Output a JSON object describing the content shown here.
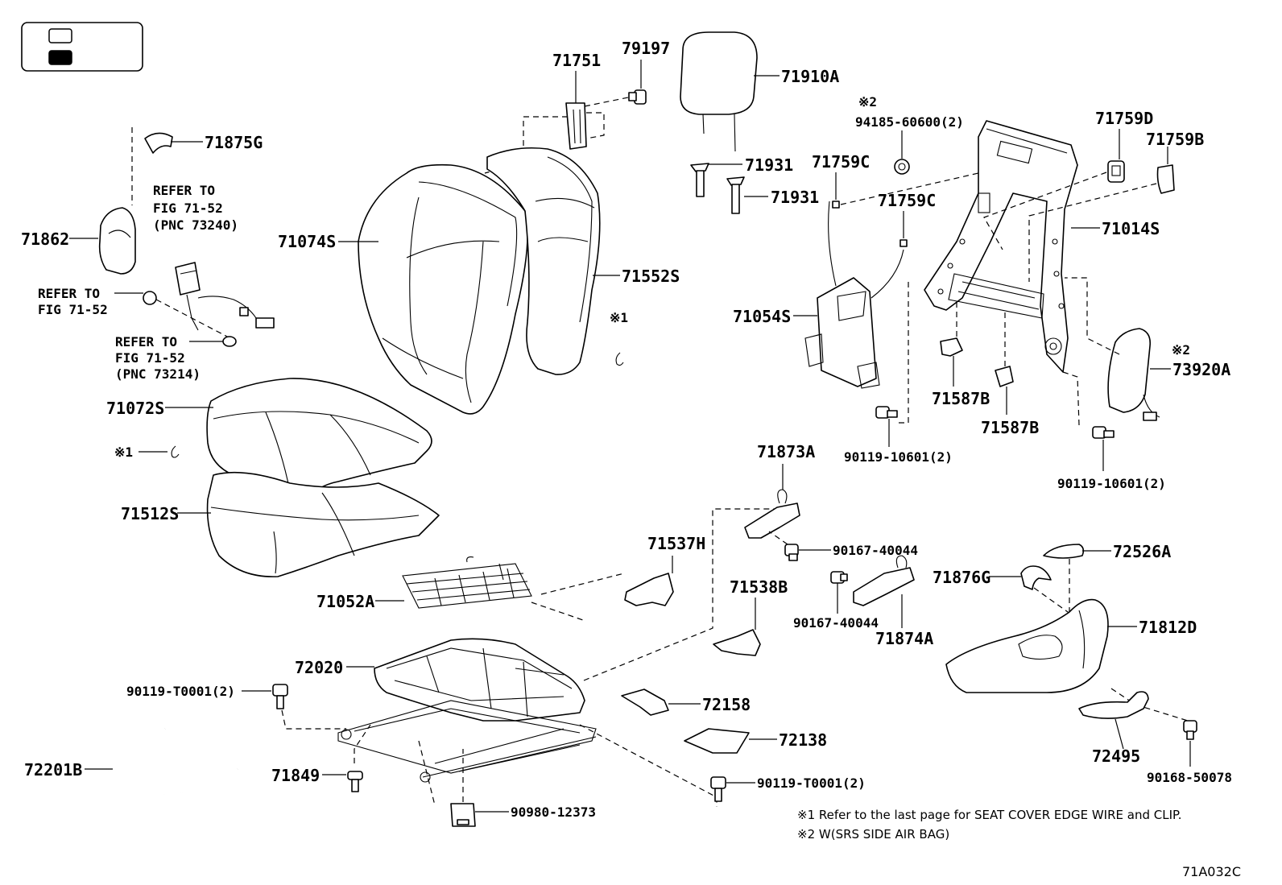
{
  "legend": {
    "items": [
      "",
      ""
    ]
  },
  "parts": {
    "p71751": "71751",
    "p79197": "79197",
    "p71910A": "71910A",
    "p71875G": "71875G",
    "p71862": "71862",
    "p71074S": "71074S",
    "p71552S": "71552S",
    "p71931a": "71931",
    "p71931b": "71931",
    "p71759C_a": "71759C",
    "p71759C_b": "71759C",
    "p94185": "94185-60600(2)",
    "p71759D": "71759D",
    "p71759B": "71759B",
    "p71014S": "71014S",
    "p71054S": "71054S",
    "p71587B_a": "71587B",
    "p71587B_b": "71587B",
    "p73920A": "73920A",
    "p90119_10601_a": "90119-10601(2)",
    "p90119_10601_b": "90119-10601(2)",
    "p71072S": "71072S",
    "p71512S": "71512S",
    "p71873A": "71873A",
    "p90167_40044_a": "90167-40044",
    "p90167_40044_b": "90167-40044",
    "p71874A": "71874A",
    "p71537H": "71537H",
    "p71538B": "71538B",
    "p72526A": "72526A",
    "p71876G": "71876G",
    "p71812D": "71812D",
    "p71052A": "71052A",
    "p72020": "72020",
    "p90119_T0001_a": "90119-T0001(2)",
    "p90119_T0001_b": "90119-T0001(2)",
    "p72158": "72158",
    "p72138": "72138",
    "p72201B": "72201B",
    "p71849": "71849",
    "p90980": "90980-12373",
    "p72495": "72495",
    "p90168": "90168-50078"
  },
  "refs": {
    "ref1_l1": "REFER TO",
    "ref1_l2": "FIG 71-52",
    "ref1_l3": "(PNC 73240)",
    "ref2_l1": "REFER TO",
    "ref2_l2": "FIG 71-52",
    "ref3_l1": "REFER TO",
    "ref3_l2": "FIG 71-52",
    "ref3_l3": "(PNC 73214)"
  },
  "marks": {
    "m1_a": "※1",
    "m1_b": "※1",
    "m2_a": "※2",
    "m2_b": "※2"
  },
  "notes": {
    "note1": "※1  Refer to the last page for SEAT COVER EDGE WIRE and CLIP.",
    "note2": "※2 W(SRS SIDE AIR BAG)"
  },
  "figure_code": "71A032C"
}
